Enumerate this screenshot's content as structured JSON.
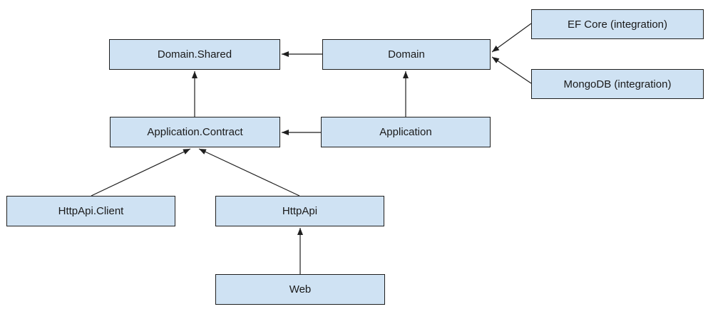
{
  "diagram": {
    "nodes": [
      {
        "id": "domain-shared",
        "label": "Domain.Shared"
      },
      {
        "id": "domain",
        "label": "Domain"
      },
      {
        "id": "ef-core",
        "label": "EF Core (integration)"
      },
      {
        "id": "mongodb",
        "label": "MongoDB (integration)"
      },
      {
        "id": "application-contract",
        "label": "Application.Contract"
      },
      {
        "id": "application",
        "label": "Application"
      },
      {
        "id": "httpapi-client",
        "label": "HttpApi.Client"
      },
      {
        "id": "httpapi",
        "label": "HttpApi"
      },
      {
        "id": "web",
        "label": "Web"
      }
    ],
    "edges": [
      {
        "from": "domain",
        "to": "domain-shared"
      },
      {
        "from": "application",
        "to": "application-contract"
      },
      {
        "from": "application-contract",
        "to": "domain-shared"
      },
      {
        "from": "application",
        "to": "domain"
      },
      {
        "from": "ef-core",
        "to": "domain"
      },
      {
        "from": "mongodb",
        "to": "domain"
      },
      {
        "from": "httpapi-client",
        "to": "application-contract"
      },
      {
        "from": "httpapi",
        "to": "application-contract"
      },
      {
        "from": "web",
        "to": "httpapi"
      }
    ],
    "colors": {
      "node_fill": "#cfe2f3",
      "node_border": "#1f1f1f",
      "arrow": "#1f1f1f",
      "text": "#1a1a1a",
      "background": "#ffffff"
    }
  }
}
